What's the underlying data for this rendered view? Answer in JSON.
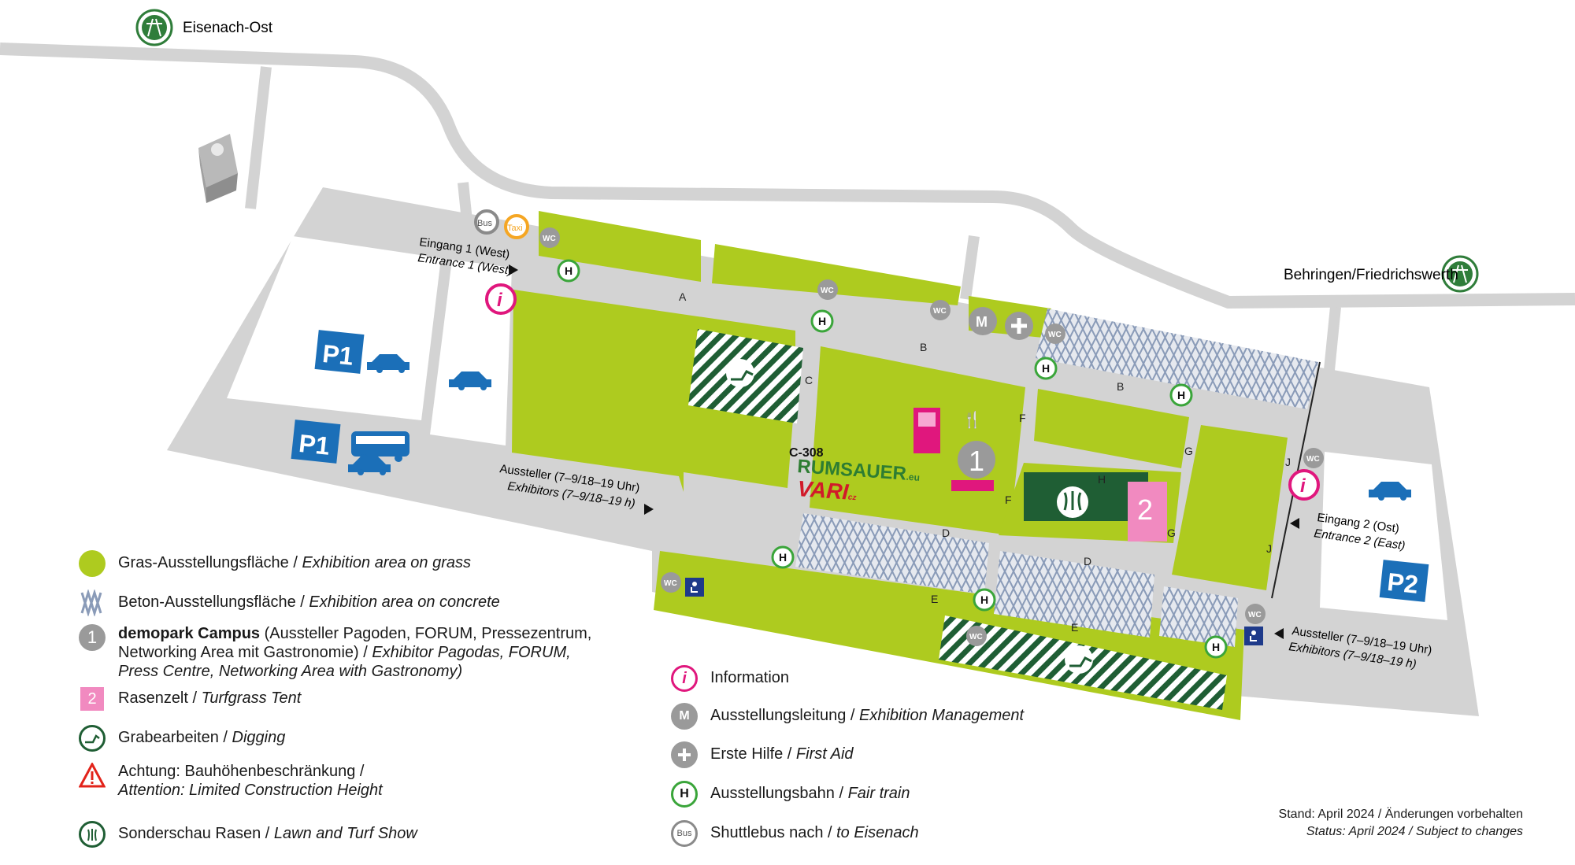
{
  "places": {
    "eisenach_ost": "Eisenach-Ost",
    "behringen": "Behringen/Friedrichswerth"
  },
  "entrances": {
    "west_de": "Eingang 1 (West)",
    "west_en": "Entrance 1 (West)",
    "east_de": "Eingang 2 (Ost)",
    "east_en": "Entrance 2 (East)",
    "exhibitors_de": "Aussteller (7–9/18–19 Uhr)",
    "exhibitors_en": "Exhibitors (7–9/18–19 h)"
  },
  "parking": {
    "p1": "P1",
    "p2": "P2"
  },
  "streets": {
    "a": "A",
    "b": "B",
    "c": "C",
    "d": "D",
    "e": "E",
    "f": "F",
    "g": "G",
    "h": "H",
    "j": "J"
  },
  "markers": {
    "wc": "WC",
    "bus": "Bus",
    "taxi": "Taxi",
    "train": "H",
    "info": "i",
    "management": "M",
    "campus_num": "1",
    "tent_num": "2"
  },
  "exhibitor": {
    "stand": "C-308",
    "name1": "RUMSAUER",
    "name1_suffix": ".eu",
    "name2": "VARI",
    "name2_suffix": "cz"
  },
  "legend": {
    "grass_de": "Gras-Ausstellungsfläche / ",
    "grass_en": "Exhibition area on grass",
    "concrete_de": "Beton-Ausstellungsfläche / ",
    "concrete_en": "Exhibition area on concrete",
    "campus_bold": "demopark Campus",
    "campus_de": " (Aussteller Pagoden, FORUM, Pressezentrum, Networking Area mit Gastronomie) / ",
    "campus_en": "Exhibitor Pagodas, FORUM, Press Centre, Networking Area with Gastronomy)",
    "tent_de": "Rasenzelt / ",
    "tent_en": "Turfgrass Tent",
    "digging_de": "Grabearbeiten / ",
    "digging_en": "Digging",
    "height_de": "Achtung: Bauhöhenbeschränkung /",
    "height_en": "Attention: Limited Construction Height",
    "turf_de": "Sonderschau Rasen / ",
    "turf_en": "Lawn and Turf Show",
    "info": "Information",
    "management_de": "Ausstellungsleitung / ",
    "management_en": "Exhibition Management",
    "firstaid_de": "Erste Hilfe / ",
    "firstaid_en": "First Aid",
    "train_de": "Ausstellungsbahn / ",
    "train_en": "Fair train",
    "shuttle_de": "Shuttlebus nach / ",
    "shuttle_en": "to Eisenach"
  },
  "status": {
    "de": "Stand: April 2024 / Änderungen vorbehalten",
    "en": "Status: April 2024 / Subject to changes"
  },
  "colors": {
    "grass": "#aecb1f",
    "road": "#d3d3d3",
    "info": "#e0177d",
    "parking": "#1b6fb8",
    "tent": "#f18ac0",
    "train": "#3aa53a",
    "turf_area": "#1f5e34"
  }
}
